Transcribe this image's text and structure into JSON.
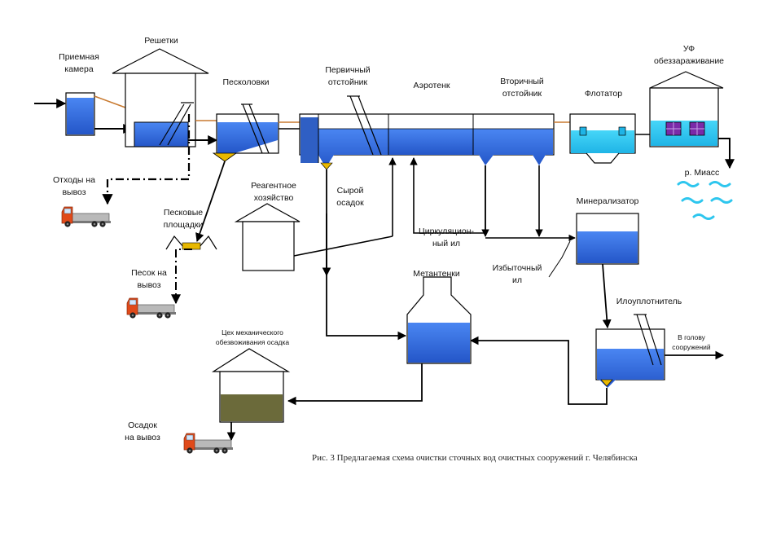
{
  "labels": {
    "priemnaya_kamera": [
      "Приемная",
      "камера"
    ],
    "reshetki": "Решетки",
    "peskolovki": "Песколовки",
    "pervichny_otstoynik": [
      "Первичный",
      "отстойник"
    ],
    "aerotenk": "Аэротенк",
    "vtorichny_otstoynik": [
      "Вторичный",
      "отстойник"
    ],
    "flotator": "Флотатор",
    "uf": [
      "УФ",
      "обеззараживание"
    ],
    "othody": [
      "Отходы на",
      "вывоз"
    ],
    "reagentnoe": [
      "Реагентное",
      "хозяйство"
    ],
    "syroy_osadok": [
      "Сырой",
      "осадок"
    ],
    "river": "р. Миасс",
    "mineralizator": "Минерализатор",
    "peskovye": [
      "Песковые",
      "площадки"
    ],
    "cirkulyacionny": [
      "Циркуляцион-",
      "ный ил"
    ],
    "izbytochny": [
      "Избыточный",
      "ил"
    ],
    "pesok": [
      "Песок на",
      "вывоз"
    ],
    "metantenki": "Метантенки",
    "iloupl": "Илоуплотнитель",
    "v_golovu": [
      "В голову",
      "сооружений"
    ],
    "ceh": [
      "Цех механического",
      "обезвоживания осадка"
    ],
    "osadok": [
      "Осадок",
      "на вывоз"
    ]
  },
  "caption": "Рис. 3 Предлагаемая схема очистки сточных вод очистных сооружений г. Челябинска",
  "colors": {
    "water_dark": "#2f5fc4",
    "water_mid": "#3d7df0",
    "water_light": "#2ec6ee",
    "sand": "#e8b800",
    "sludge": "#6b6a3a",
    "orange_pipe": "#c87a30",
    "purple_lamp": "#7a2aa8",
    "truck_cab": "#e04a1a"
  }
}
